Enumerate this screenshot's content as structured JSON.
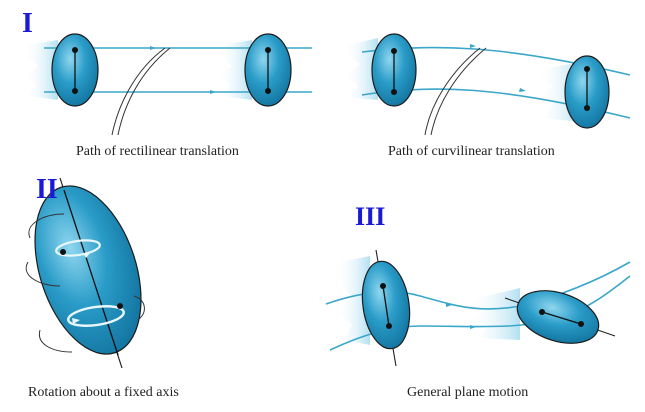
{
  "panels": [
    {
      "roman": "I",
      "caption": "Path of rectilinear translation"
    },
    {
      "roman": "",
      "caption": "Path of curvilinear translation"
    },
    {
      "roman": "II",
      "caption": "Rotation about a fixed axis"
    },
    {
      "roman": "III",
      "caption": "General plane motion"
    }
  ],
  "colors": {
    "body_fill": "#1e8fbf",
    "body_light": "#7fd0ec",
    "path_line": "#3aa7c9",
    "motion_blur": "#c9e9f6",
    "roman_label": "#1a1ad6",
    "outline": "#1b1b1b"
  }
}
